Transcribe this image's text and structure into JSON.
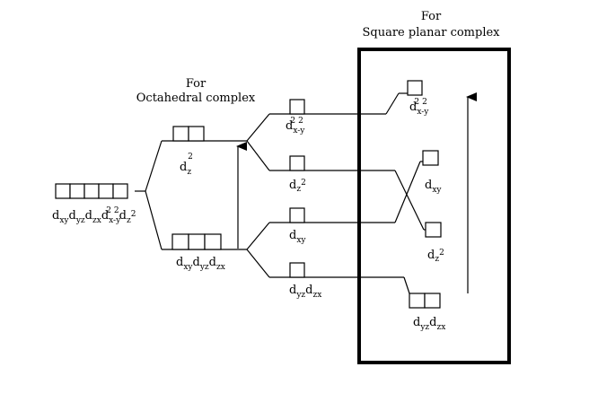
{
  "headings": {
    "octahedral_line1": "For",
    "octahedral_line2": "Octahedral complex",
    "square_planar_line1": "For",
    "square_planar_line2": "Square planar complex"
  },
  "labels": {
    "free_ion": {
      "main": "d",
      "parts": [
        "xy",
        "d",
        "yz",
        "d",
        "zx",
        "d",
        "x-y",
        "2",
        "2",
        "d",
        "z",
        "2"
      ]
    },
    "oct_eg": {
      "d": "d",
      "sub": "z",
      "sup": "2"
    },
    "oct_t2g": {
      "d1": "d",
      "s1": "xy",
      "d2": "d",
      "s2": "yz",
      "d3": "d",
      "s3": "zx"
    },
    "split_x2y2": {
      "d": "d",
      "sub": "x-y",
      "sup1": "2",
      "sup2": "2"
    },
    "split_z2": {
      "d": "d",
      "sub": "z",
      "sup": "2"
    },
    "split_xy": {
      "d": "d",
      "sub": "xy"
    },
    "split_yzzx": {
      "d1": "d",
      "s1": "yz",
      "d2": "d",
      "s2": "zx"
    },
    "sq_x2y2": {
      "d": "d",
      "sub": "x-y",
      "sup1": "2",
      "sup2": "2"
    },
    "sq_xy": {
      "d": "d",
      "sub": "xy"
    },
    "sq_z2": {
      "d": "d",
      "sub": "z",
      "sup": "2"
    },
    "sq_yzzx": {
      "d1": "d",
      "s1": "yz",
      "d2": "d",
      "s2": "zx"
    }
  }
}
